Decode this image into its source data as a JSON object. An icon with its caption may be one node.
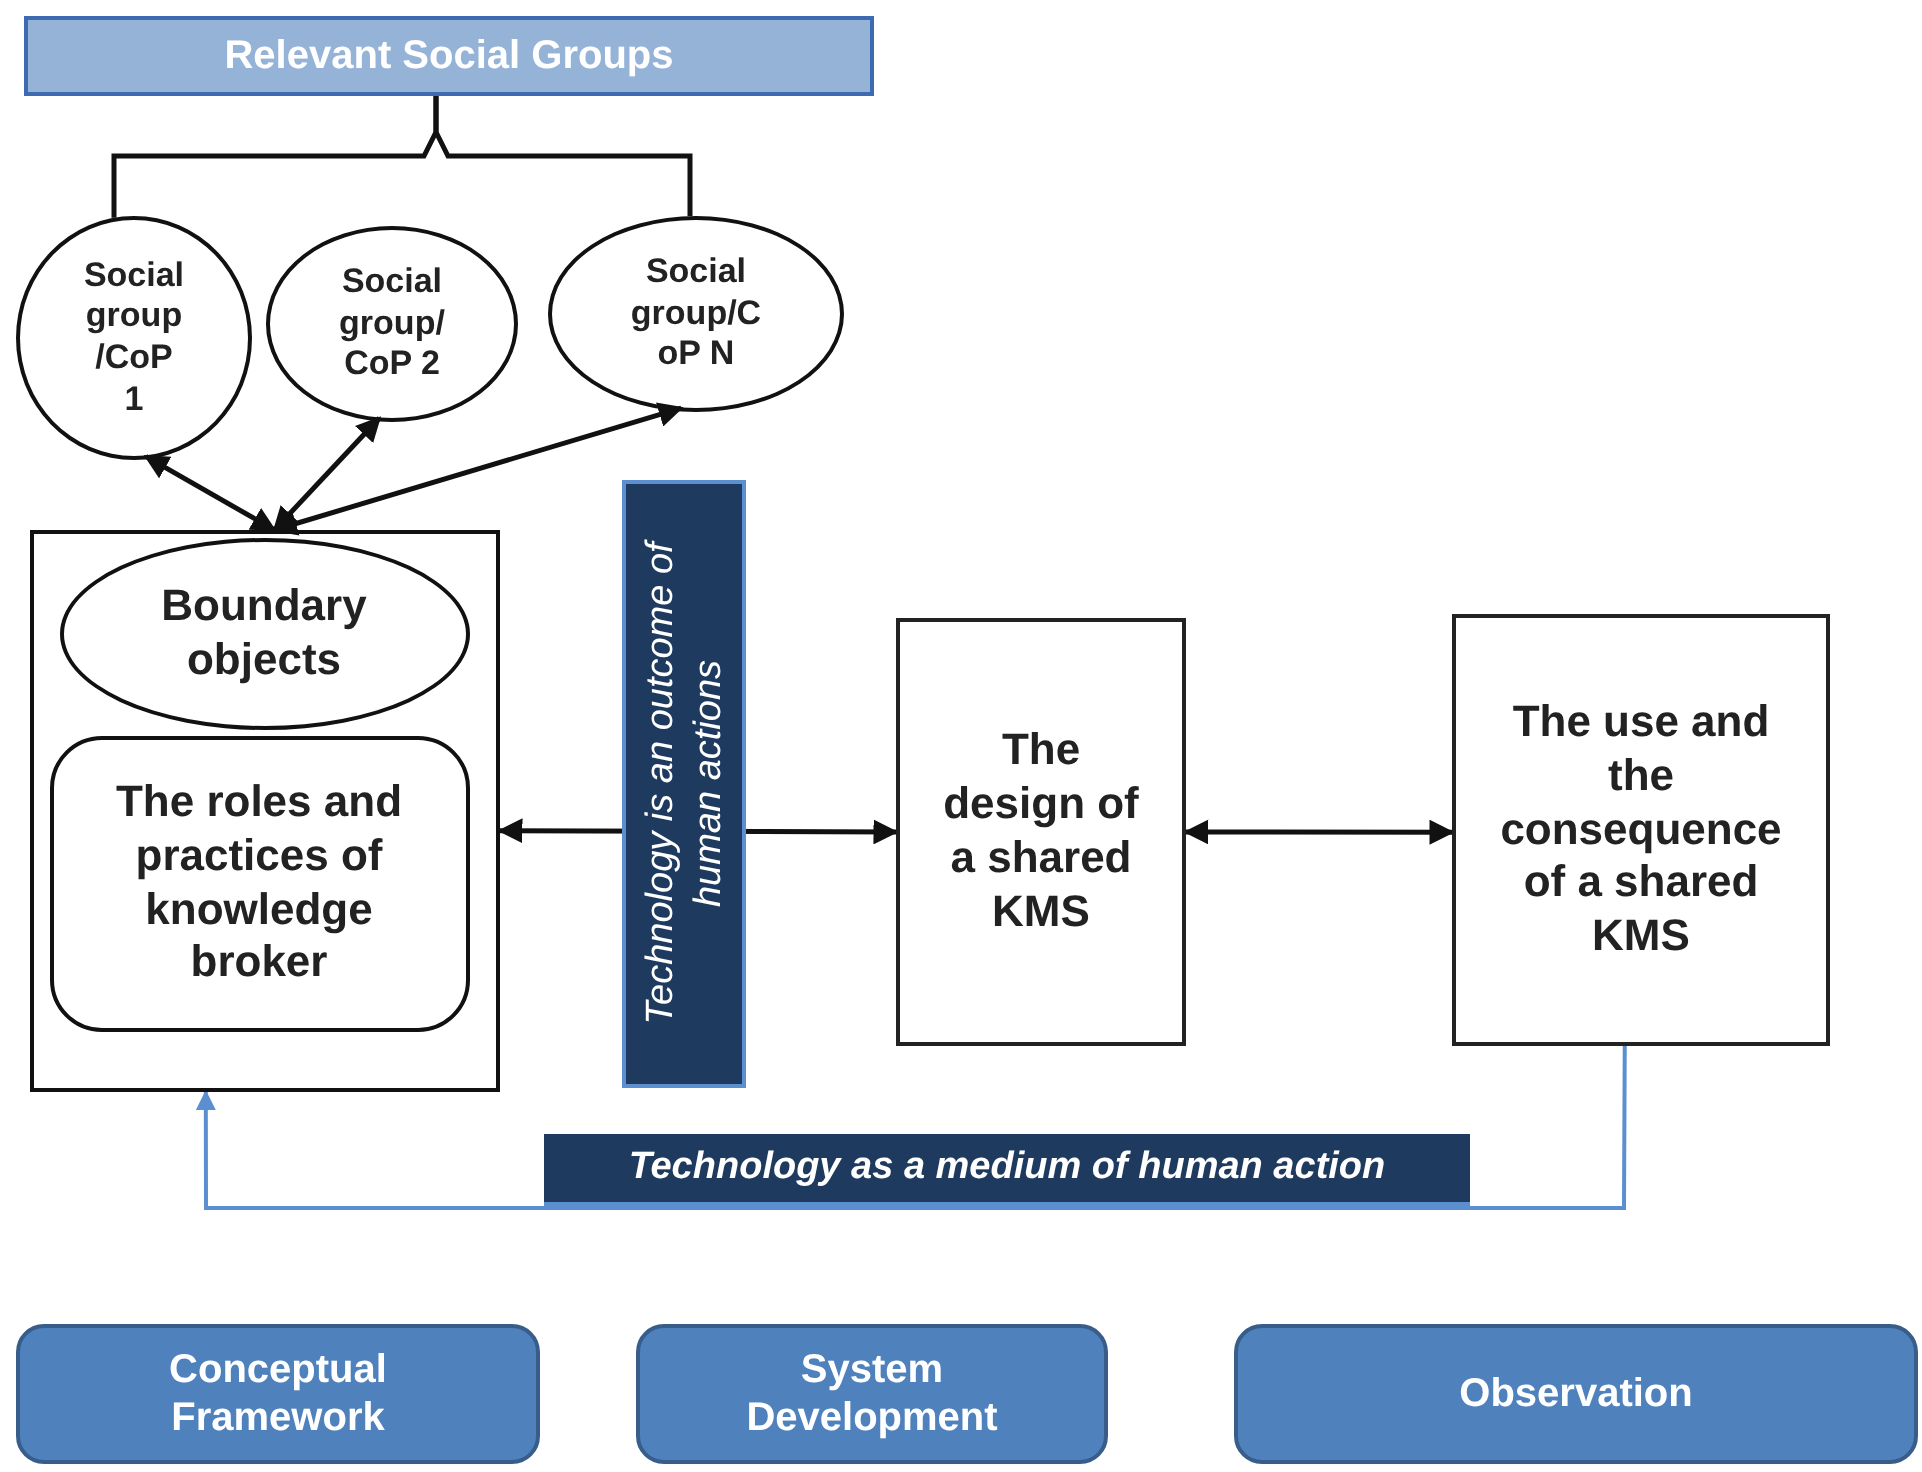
{
  "diagram": {
    "nodes": [
      {
        "text": [
          "Relevant Social Groups"
        ]
      },
      {
        "text": [
          "Social group /CoP 1"
        ]
      },
      {
        "text": [
          "Social group/ CoP 2"
        ]
      },
      {
        "text": [
          "Social group/C oP N"
        ]
      },
      {
        "text": [],
        "shape": "box"
      },
      {
        "text": [
          "Boundary objects"
        ],
        "in": 4
      },
      {
        "text": [
          "The roles and practices of knowledge broker"
        ],
        "in": 4
      },
      {
        "text": [
          "The design of a shared KMS"
        ]
      },
      {
        "text": [
          "The use and the consequence of a shared KMS"
        ]
      },
      {
        "text": [
          "Conceptual Framework"
        ]
      },
      {
        "text": [
          "System Development"
        ]
      },
      {
        "text": [
          "Observation"
        ]
      }
    ],
    "edges": [
      {
        "from": 0,
        "to": 1,
        "arrow": "none"
      },
      {
        "from": 0,
        "to": 3,
        "arrow": "none"
      },
      {
        "from": 4,
        "to": 1,
        "arrow": "both"
      },
      {
        "from": 4,
        "to": 2,
        "arrow": "both"
      },
      {
        "from": 4,
        "to": 3,
        "arrow": "both"
      },
      {
        "from": 4,
        "to": 7,
        "arrow": "both",
        "label": "Technology is an outcome of human actions"
      },
      {
        "from": 7,
        "to": 8,
        "arrow": "both"
      },
      {
        "from": 8,
        "to": 4,
        "arrow": "to",
        "label": "Technology as a medium of human action",
        "color": "#5b8fd0"
      }
    ]
  }
}
